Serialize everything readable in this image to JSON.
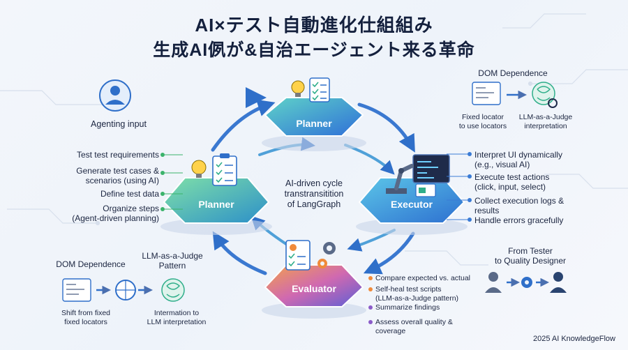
{
  "title": {
    "line1": "AI×テスト自動進化仕組組み",
    "line2": "生成AI㑉が&自治エージェント来る革命"
  },
  "input": {
    "label": "Agenting input"
  },
  "planner_top": {
    "label": "Planner"
  },
  "planner_left": {
    "label": "Planner",
    "items": [
      "Test test requirements",
      "Generate test cases &\nscenarios (using AI)",
      "Define test data",
      "Organize steps\n(Agent-driven planning)"
    ]
  },
  "executor": {
    "label": "Executor",
    "items": [
      "Interpret UI dynamically\n(e.g., visual AI)",
      "Execute test actions\n(click, input, select)",
      "Collect execution logs &\nresults",
      "Handle errors gracefully"
    ]
  },
  "evaluator": {
    "label": "Evaluator",
    "items": [
      "Compare expected vs. actual",
      "Self-heal test scripts\n(LLM-as-a-Judge pattern)",
      "Summarize findings",
      "Assess overall quality &\ncoverage"
    ]
  },
  "center": {
    "text": "AI-driven cycle\ntranstransitition\nof LangGraph"
  },
  "dom_top": {
    "title": "DOM Dependence",
    "left": "Fixed locator\nto use locators",
    "right": "LLM-as-a-Judge\ninterpretation"
  },
  "dom_bottom": {
    "title": "DOM Dependence",
    "title2": "LLM-as-a-Judge\nPattern",
    "left": "Shift from fixed\nfixed locators",
    "right": "Intermation to\nLLM interpretation"
  },
  "tester": {
    "title": "From Tester\nto Quality Designer"
  },
  "footer": "2025 AI KnowledgeFlow",
  "colors": {
    "planner_top": "#2f86d8",
    "planner_left": "#2fae8a",
    "executor": "#2b8fc9",
    "evaluator": "#7c5ac9",
    "accent_green": "#3bb36b",
    "accent_blue": "#3a7bd5",
    "accent_orange": "#f08a3a",
    "accent_purple": "#8b5cc9"
  }
}
